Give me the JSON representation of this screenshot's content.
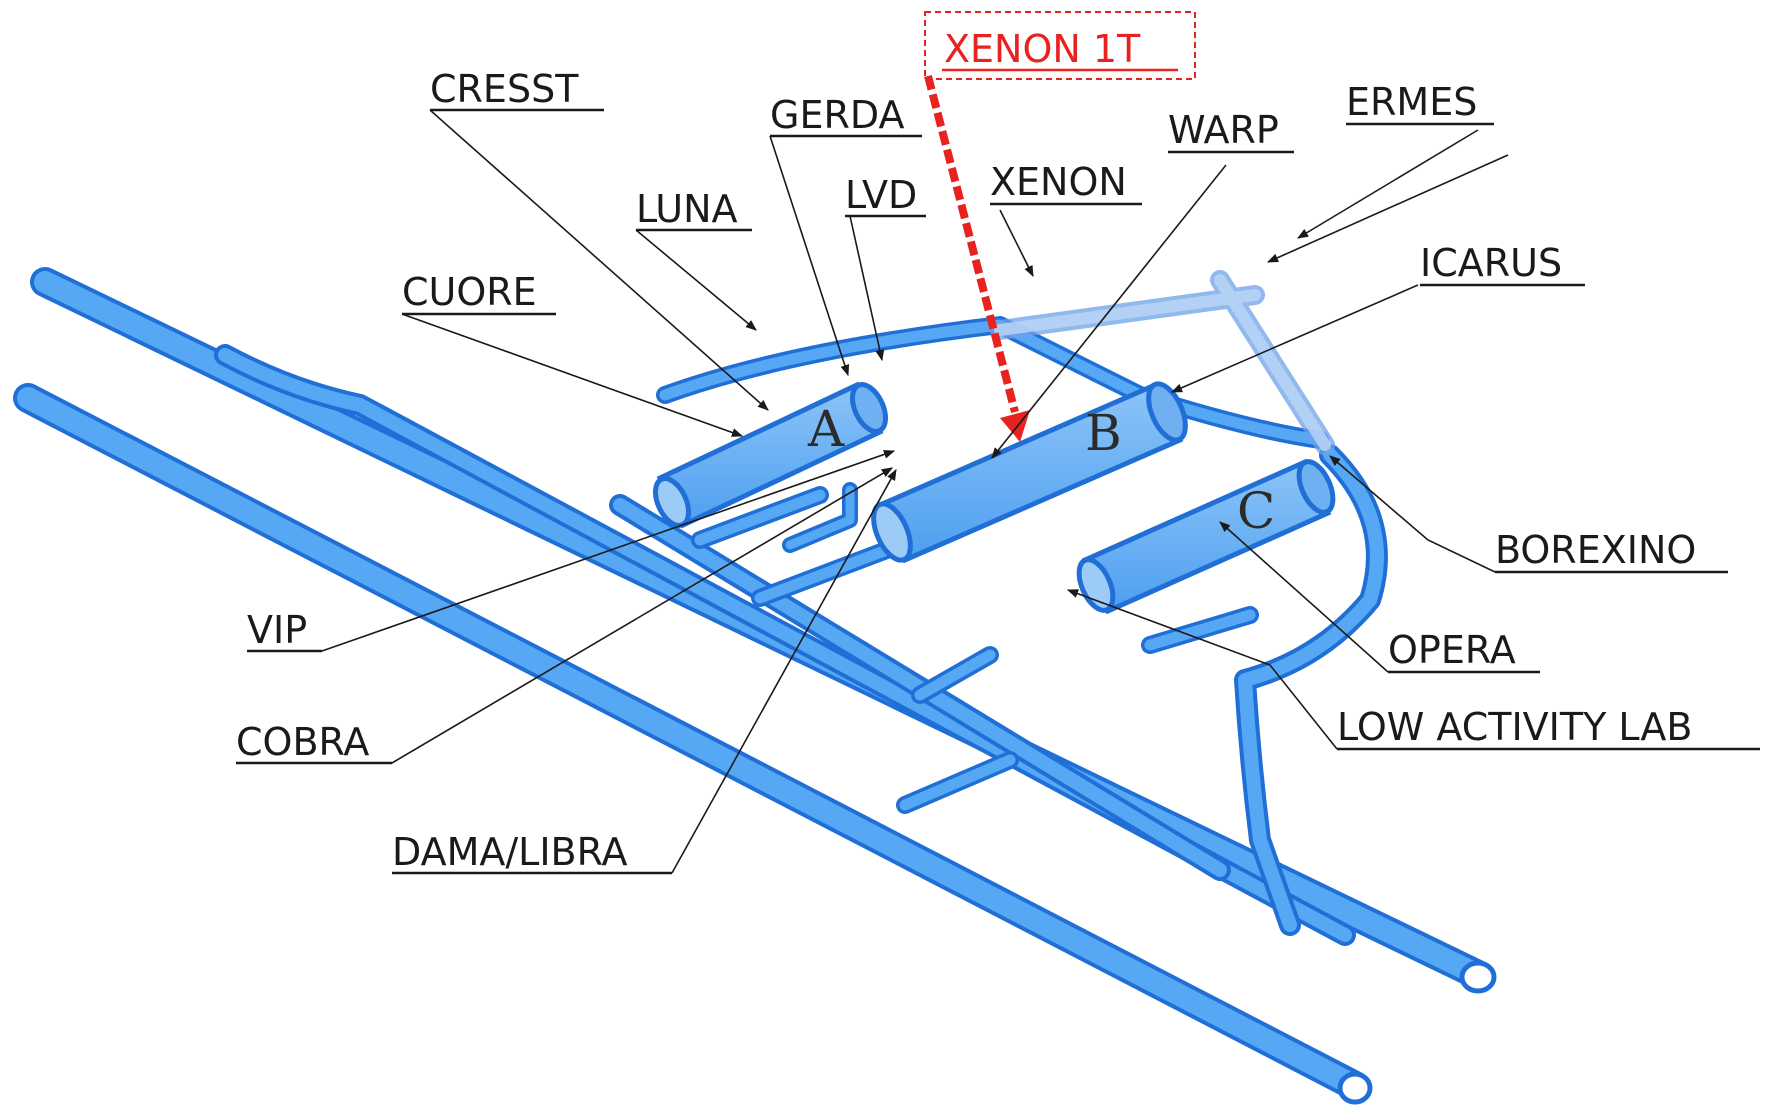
{
  "colors": {
    "tunnel_outline": "#1f6fd6",
    "tunnel_fill": "#56a8f5",
    "highlight": "#e8231f",
    "text": "#1a1a1a"
  },
  "halls": {
    "a": "A",
    "b": "B",
    "c": "C"
  },
  "highlight_label": "XENON 1T",
  "labels": {
    "cresst": "CRESST",
    "gerda": "GERDA",
    "warp": "WARP",
    "ermes": "ERMES",
    "luna": "LUNA",
    "lvd": "LVD",
    "xenon": "XENON",
    "icarus": "ICARUS",
    "cuore": "CUORE",
    "borexino": "BOREXINO",
    "vip": "VIP",
    "opera": "OPERA",
    "low_activity_lab": "LOW ACTIVITY LAB",
    "cobra": "COBRA",
    "dama_libra": "DAMA/LIBRA"
  }
}
